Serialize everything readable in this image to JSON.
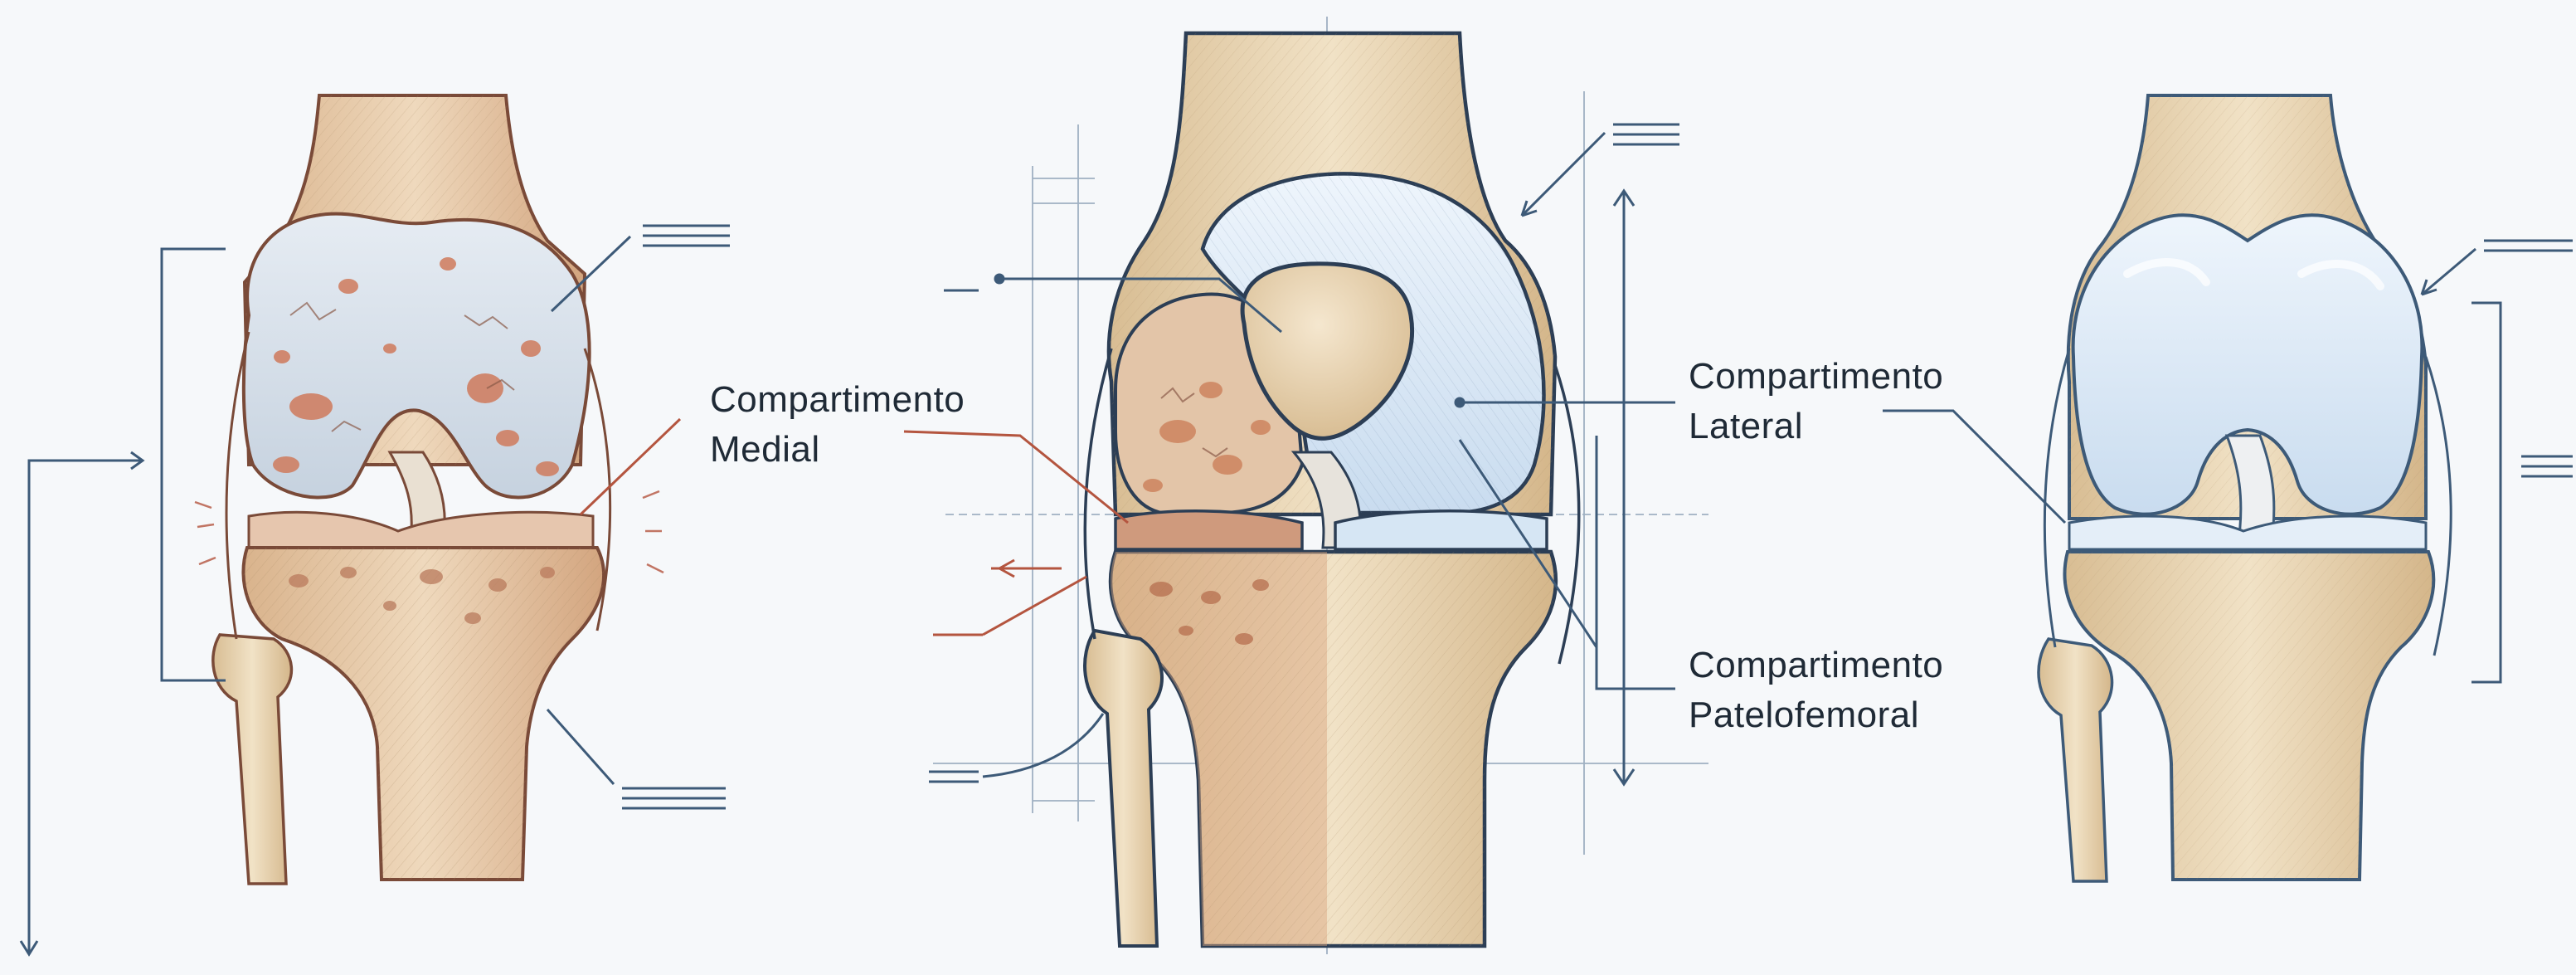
{
  "labels": {
    "medial": {
      "line1": "Compartimento",
      "line2": "Medial"
    },
    "lateral": {
      "line1": "Compartimento",
      "line2": "Lateral"
    },
    "patelofemoral": {
      "line1": "Compartimento",
      "line2": "Patelofemoral"
    }
  },
  "colors": {
    "background": "#f6f8fa",
    "bone": "#ead8b8",
    "bone_shade": "#d2b68c",
    "cartilage_healthy": "#dce9f6",
    "damage": "#cf7a5c",
    "outline_dark": "#2c3e55",
    "outline_brown": "#7a4a38",
    "annotation_blue": "#3d5a78",
    "annotation_red": "#b4553f"
  },
  "icons": [
    "arrow-icon",
    "leader-line-icon"
  ]
}
